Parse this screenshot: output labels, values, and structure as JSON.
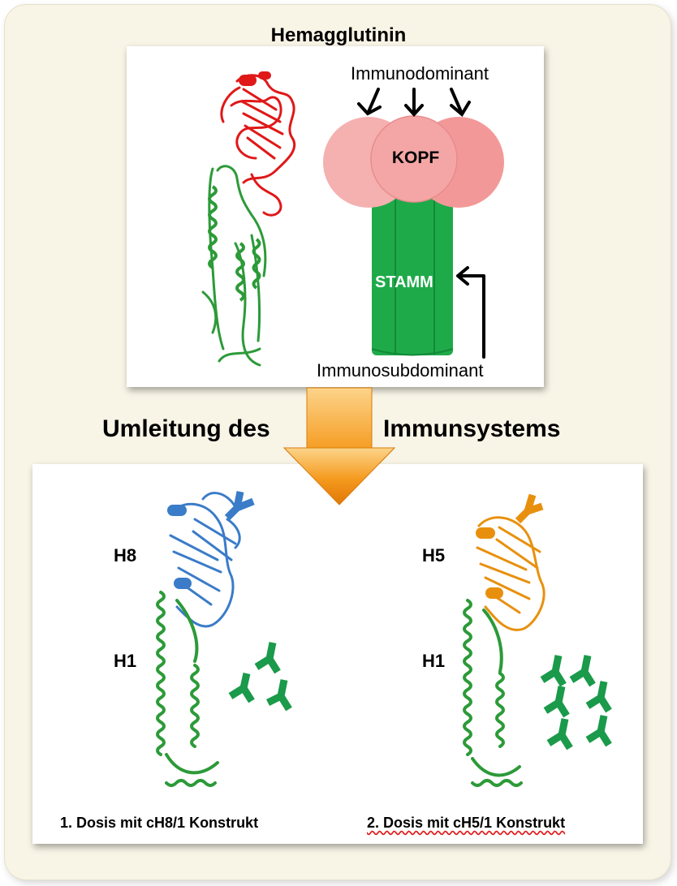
{
  "top": {
    "title": "Hemagglutinin",
    "immunodominant": "Immunodominant",
    "head_label": "KOPF",
    "stem_label": "STAMM",
    "immunosubdominant": "Immunosubdominant"
  },
  "middle": {
    "left_text": "Umleitung des",
    "right_text": "Immunsystems"
  },
  "bottom": {
    "left": {
      "head_label": "H8",
      "stem_label": "H1",
      "caption": "1. Dosis mit cH8/1 Konstrukt"
    },
    "right": {
      "head_label": "H5",
      "stem_label": "H1",
      "caption": "2. Dosis mit cH5/1 Konstrukt"
    }
  },
  "colors": {
    "frame_bg": "#f8f4e6",
    "head_red": "#e01818",
    "stem_green": "#2c9a38",
    "kopf_pink": "#f4a3a3",
    "stamm_green": "#1faa4a",
    "h8_blue": "#3a7cc8",
    "h5_orange": "#e8900e",
    "antibody_green": "#1a9a4a",
    "arrow_orange": "#f59a1e"
  }
}
